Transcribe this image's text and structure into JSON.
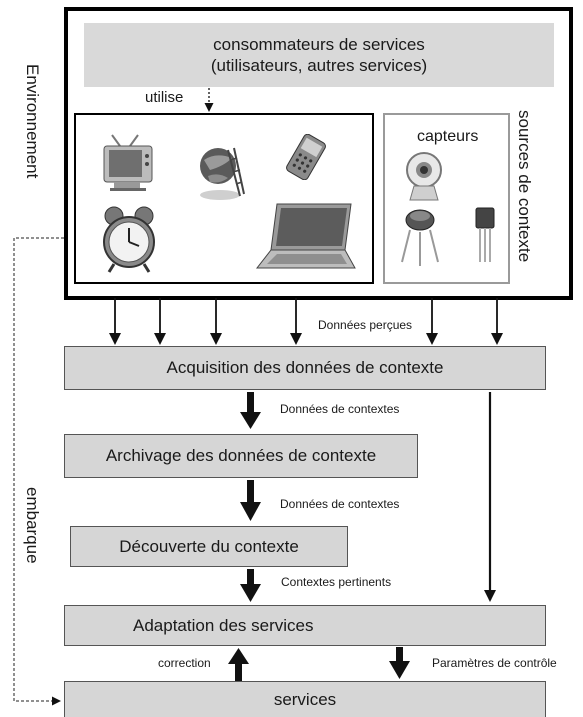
{
  "environment": {
    "label": "Environnement",
    "consumers_line1": "consommateurs de services",
    "consumers_line2": "(utilisateurs, autres services)",
    "uses_label": "utilise",
    "sensors_label": "capteurs",
    "context_sources_label": "sources de contexte",
    "device_icons": [
      "tv-icon",
      "globe-ladder-icon",
      "mobile-phone-icon",
      "alarm-clock-icon",
      "laptop-icon"
    ],
    "sensor_icons": [
      "webcam-icon",
      "sensor-chip-icon",
      "transistor-icon"
    ]
  },
  "flow": {
    "perceived_data": "Données perçues",
    "acquisition": "Acquisition des données de contexte",
    "context_data_1": "Données de contextes",
    "archiving": "Archivage des données de contexte",
    "context_data_2": "Données de contextes",
    "discovery": "Découverte du contexte",
    "relevant_contexts": "Contextes pertinents",
    "adaptation": "Adaptation des services",
    "correction": "correction",
    "control_parameters": "Paramètres de contrôle",
    "services": "services",
    "embedded_label": "embarque"
  },
  "colors": {
    "box_fill": "#d6d6d6",
    "frame": "#000000",
    "sensor_frame": "#9a9a9a"
  }
}
